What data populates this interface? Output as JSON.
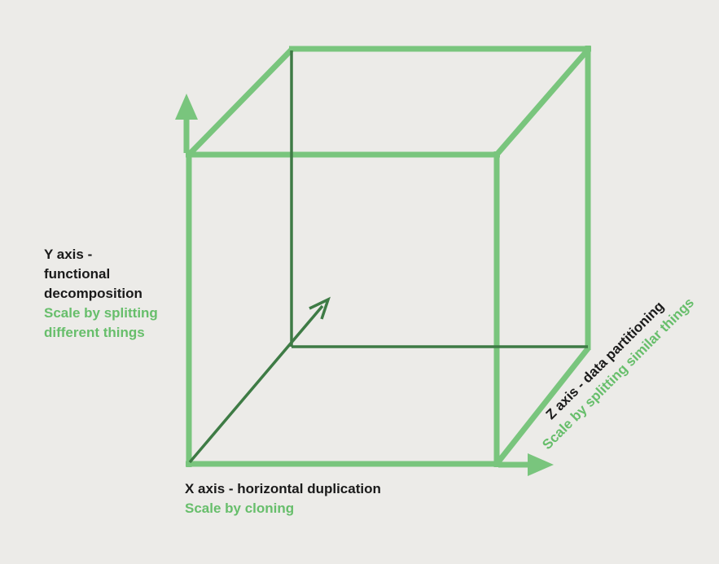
{
  "colors": {
    "background": "#ECEBE8",
    "cube_light": "#79C57D",
    "cube_dark": "#3E7B45",
    "text_black": "#1A1A1A",
    "text_green": "#67BE6B"
  },
  "labels": {
    "y_axis": {
      "title_lines": [
        "Y axis -",
        "functional",
        "decomposition"
      ],
      "subtitle_lines": [
        "Scale by splitting",
        "different things"
      ]
    },
    "x_axis": {
      "title": "X axis - horizontal duplication",
      "subtitle": "Scale by cloning"
    },
    "z_axis": {
      "title": "Z axis - data partitioning",
      "subtitle": "Scale by splitting similar things"
    }
  }
}
